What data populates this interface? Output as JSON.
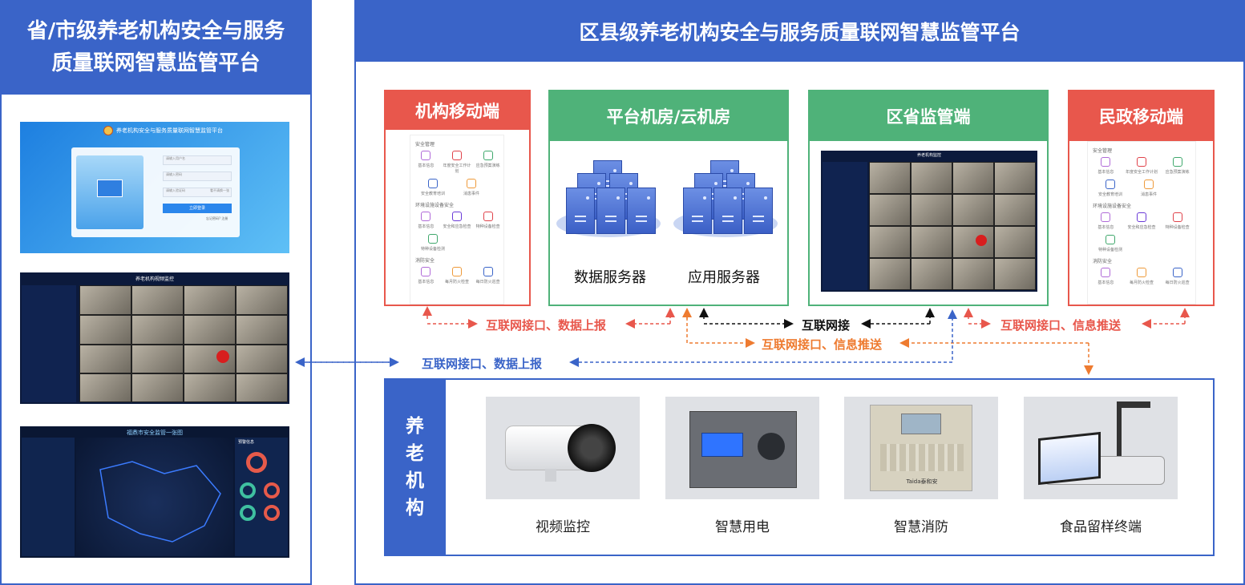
{
  "left_panel": {
    "title_line1": "省/市级养老机构安全与服务",
    "title_line2": "质量联网智慧监管平台",
    "screen1": {
      "title": "养老机构安全与服务质量联网智慧监管平台",
      "input1": "请输入用户名",
      "input2": "请输入密码",
      "input3": "请输入验证码",
      "captcha": "看不清换一张",
      "login": "立即登录",
      "links": "忘记密码?  注册"
    },
    "screen2": {
      "title": "养老机构视频监控"
    },
    "screen3": {
      "title": "福鼎市安全监管一张图",
      "side_title": "预警信息"
    }
  },
  "main_panel": {
    "title": "区县级养老机构安全与服务质量联网智慧监管平台"
  },
  "boxes": {
    "org_mobile": "机构移动端",
    "platform_room": "平台机房/云机房",
    "district_supervision": "区省监管端",
    "civil_mobile": "民政移动端",
    "supervision_screen_title": "养老机构监控"
  },
  "mobile_app": {
    "sections": [
      {
        "title": "安全管理",
        "rows": [
          [
            "基本信息",
            "年度安全工作计划",
            "应急预案演练"
          ],
          [
            "安全教育培训",
            "消患事件"
          ]
        ]
      },
      {
        "title": "环境设施设备安全",
        "rows": [
          [
            "基本信息",
            "安全和应急检查",
            "特种设备检查"
          ],
          [
            "特种设备检测"
          ]
        ]
      },
      {
        "title": "消防安全",
        "rows": [
          [
            "基本信息",
            "每月防火检查",
            "每日防火巡查"
          ]
        ]
      }
    ]
  },
  "servers": {
    "data_server": "数据服务器",
    "app_server": "应用服务器"
  },
  "connections": {
    "c1": "互联网接口、数据上报",
    "c2": "互联网接",
    "c3": "互联网接口、信息推送",
    "c4": "互联网接口、信息推送",
    "c5": "互联网接口、数据上报"
  },
  "org_section": {
    "side_label": [
      "养",
      "老",
      "机",
      "构"
    ],
    "devices": [
      {
        "label": "视频监控",
        "icon": "camera-icon"
      },
      {
        "label": "智慧用电",
        "icon": "power-meter-icon"
      },
      {
        "label": "智慧消防",
        "icon": "fire-panel-icon"
      },
      {
        "label": "食品留样终端",
        "icon": "food-terminal-icon"
      }
    ],
    "fire_panel_brand": "Taida泰和安"
  },
  "colors": {
    "blue": "#3a64c8",
    "red": "#e8574c",
    "green": "#4fb279",
    "orange": "#ee7b30"
  }
}
